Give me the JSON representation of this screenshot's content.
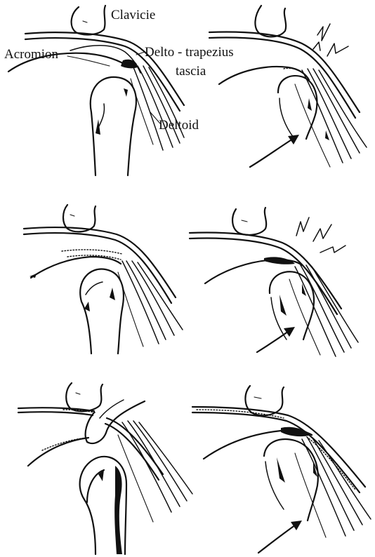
{
  "labels": {
    "clavicle": "Clavicie",
    "acromion": "Acromion",
    "fascia_line1": "Delto - trapezius",
    "fascia_line2": "tascia",
    "deltoid": "Deltoid"
  },
  "panels": [
    {
      "id": "panel-1",
      "row": 1,
      "col": 1,
      "stage": "normal"
    },
    {
      "id": "panel-2",
      "row": 1,
      "col": 2,
      "stage": "stress"
    },
    {
      "id": "panel-3",
      "row": 2,
      "col": 1,
      "stage": "ligament-injury"
    },
    {
      "id": "panel-4",
      "row": 2,
      "col": 2,
      "stage": "stress"
    },
    {
      "id": "panel-5",
      "row": 3,
      "col": 1,
      "stage": "disruption"
    },
    {
      "id": "panel-6",
      "row": 3,
      "col": 2,
      "stage": "displaced"
    }
  ],
  "icons": [
    "lightning-icon",
    "arrow-icon"
  ],
  "colors": {
    "ink": "#111111",
    "paper": "#ffffff"
  }
}
